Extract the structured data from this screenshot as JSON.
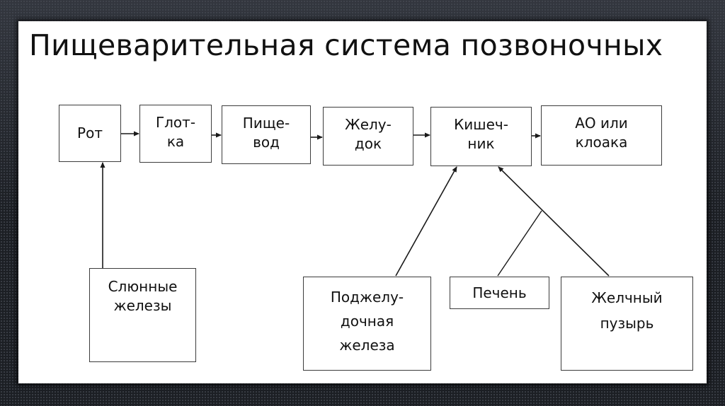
{
  "slide": {
    "title": "Пищеварительная система позвоночных"
  },
  "diagram": {
    "main_chain": [
      {
        "id": "mouth",
        "lines": [
          "Рот"
        ]
      },
      {
        "id": "pharynx",
        "lines": [
          "Глот-",
          "ка"
        ]
      },
      {
        "id": "esophagus",
        "lines": [
          "Пище-",
          "вод"
        ]
      },
      {
        "id": "stomach",
        "lines": [
          "Желу-",
          "док"
        ]
      },
      {
        "id": "intestine",
        "lines": [
          "Кишеч-",
          "ник"
        ]
      },
      {
        "id": "anus-cloaca",
        "lines": [
          "АО или",
          "клоака"
        ]
      }
    ],
    "glands": [
      {
        "id": "salivary-glands",
        "lines": [
          "Слюнные",
          "железы"
        ],
        "flows_to": "mouth"
      },
      {
        "id": "pancreas",
        "lines": [
          "Поджелу-",
          "дочная",
          "железа"
        ],
        "flows_to": "intestine"
      },
      {
        "id": "liver",
        "lines": [
          "Печень"
        ],
        "flows_to": "gallbladder-duct"
      },
      {
        "id": "gallbladder",
        "lines": [
          "Желчный",
          "пузырь"
        ],
        "flows_to": "intestine"
      }
    ],
    "colors": {
      "line": "#1a1a1a",
      "border": "#3c3c3c",
      "text": "#111111"
    }
  }
}
